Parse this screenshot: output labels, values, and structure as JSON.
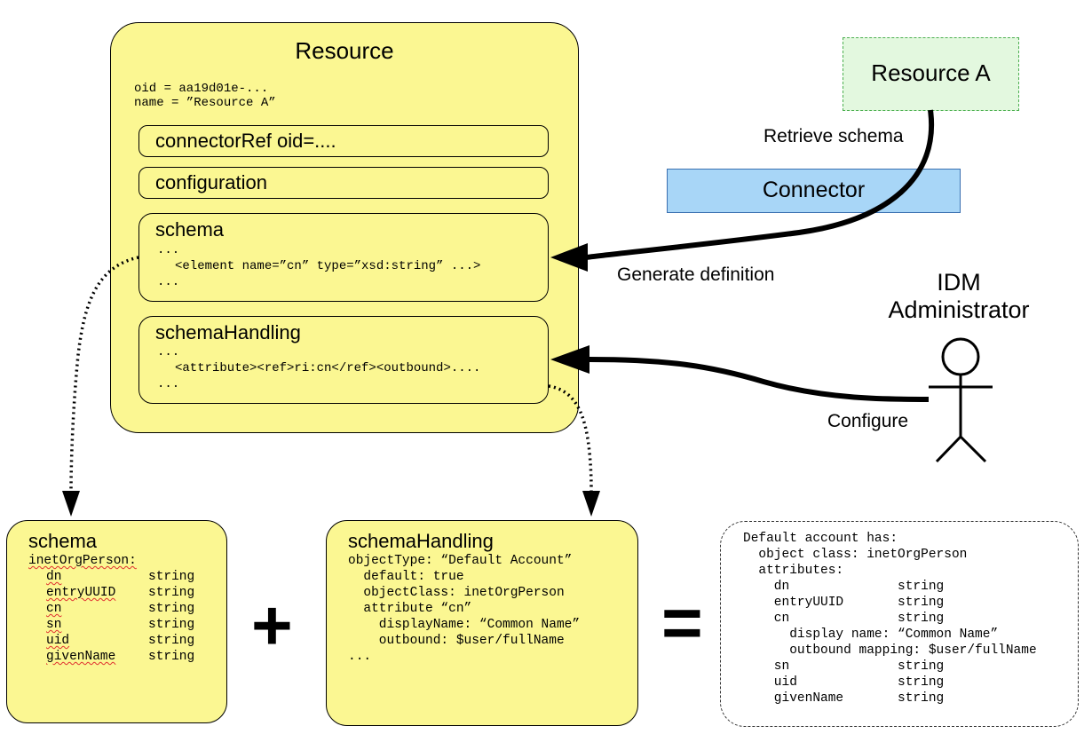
{
  "resource": {
    "title": "Resource",
    "oid_line": "oid = aa19d01e-...",
    "name_line": "name = ”Resource A”",
    "connector_ref": "connectorRef oid=....",
    "configuration": "configuration",
    "schema": {
      "label": "schema",
      "line1": "...",
      "line2": "<element name=”cn” type=”xsd:string” ...>",
      "line3": "..."
    },
    "schema_handling": {
      "label": "schemaHandling",
      "line1": "...",
      "line2": "<attribute><ref>ri:cn</ref><outbound>....",
      "line3": "..."
    }
  },
  "resource_a": {
    "label": "Resource A"
  },
  "connector": {
    "label": "Connector"
  },
  "edges": {
    "retrieve_schema": "Retrieve schema",
    "generate_definition": "Generate definition",
    "configure": "Configure"
  },
  "admin": {
    "line1": "IDM",
    "line2": "Administrator"
  },
  "bottom_schema": {
    "title": "schema",
    "class_line": "inetOrgPerson:",
    "rows": [
      {
        "name": "dn",
        "type": "string"
      },
      {
        "name": "entryUUID",
        "type": "string"
      },
      {
        "name": "cn",
        "type": "string"
      },
      {
        "name": "sn",
        "type": "string"
      },
      {
        "name": "uid",
        "type": "string"
      },
      {
        "name": "givenName",
        "type": "string"
      }
    ]
  },
  "bottom_handling": {
    "title": "schemaHandling",
    "lines": [
      "objectType: “Default Account”",
      "  default: true",
      "  objectClass: inetOrgPerson",
      "  attribute “cn”",
      "    displayName: “Common Name”",
      "    outbound: $user/fullName",
      "..."
    ]
  },
  "operators": {
    "plus": "+",
    "equals": "="
  },
  "result": {
    "lines": [
      "Default account has:",
      "  object class: inetOrgPerson",
      "  attributes:",
      "    dn              string",
      "    entryUUID       string",
      "    cn              string",
      "      display name: “Common Name”",
      "      outbound mapping: $user/fullName",
      "    sn              string",
      "    uid             string",
      "    givenName       string"
    ]
  },
  "colors": {
    "yellow_fill": "#fbf792",
    "resource_a_fill": "#e3f8df",
    "resource_a_border": "#4caf50",
    "connector_fill": "#a8d6f7"
  }
}
